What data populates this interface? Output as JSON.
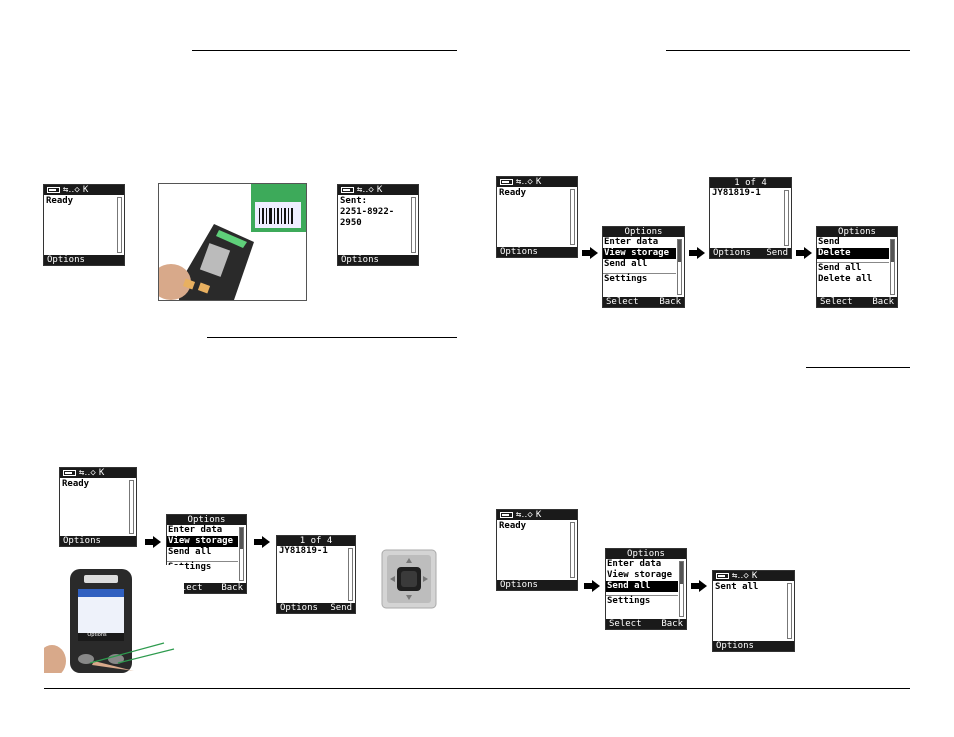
{
  "colors": {
    "screen_bar": "#1a1a1a",
    "green_pointer": "#2e9b4e",
    "device_body": "#2a2a2a"
  },
  "status_bar": {
    "indicator": "K"
  },
  "ready_screen": {
    "body": "Ready",
    "foot_left": "Options"
  },
  "sent_screen": {
    "line1": "Sent:",
    "line2": "2251-8922-2950",
    "foot_left": "Options"
  },
  "options_menu": {
    "title": "Options",
    "items": [
      "Enter data",
      "View storage",
      "Send all",
      "Settings"
    ],
    "foot_left": "Select",
    "foot_right": "Back"
  },
  "storage_screen": {
    "title": "1 of 4",
    "body": "JY81819-1",
    "foot_left": "Options",
    "foot_right": "Send"
  },
  "storage_options_menu": {
    "title": "Options",
    "items": [
      "Send",
      "Delete",
      "Send all",
      "Delete all"
    ],
    "foot_left": "Select",
    "foot_right": "Back"
  },
  "sent_all_screen": {
    "body": "Sent all",
    "foot_left": "Options"
  },
  "device_photo": {
    "screen_label": "Options"
  }
}
